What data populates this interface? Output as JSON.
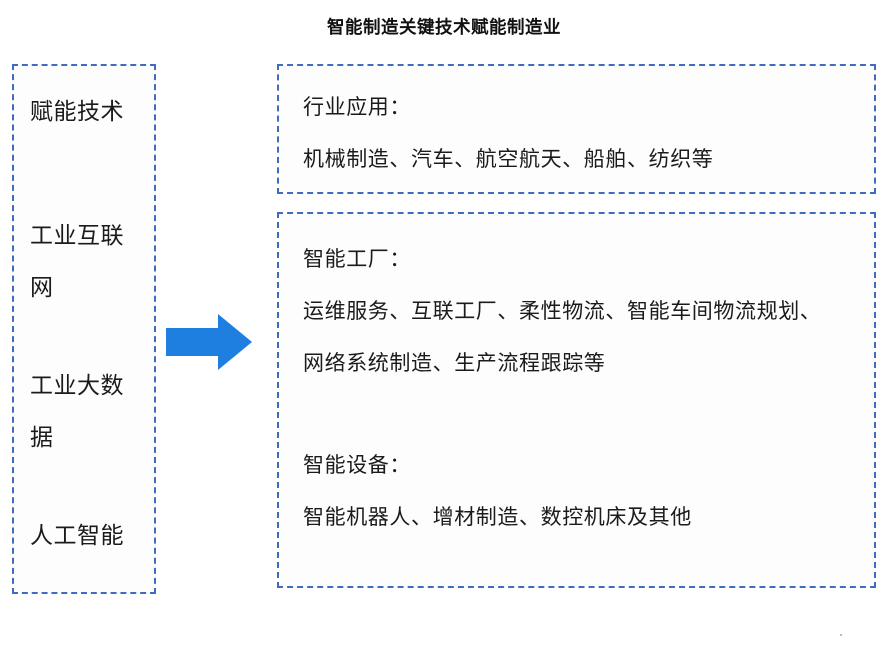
{
  "title": "智能制造关键技术赋能制造业",
  "enabling_tech": {
    "items": [
      "赋能技术",
      "工业互联网",
      "工业大数据",
      "人工智能"
    ]
  },
  "industry_application": {
    "heading": "行业应用：",
    "lines": [
      "机械制造、汽车、航空航天、船舶、纺织等"
    ]
  },
  "smart_factory": {
    "heading": "智能工厂：",
    "lines": [
      "运维服务、互联工厂、柔性物流、智能车间物流规划、",
      "网络系统制造、生产流程跟踪等"
    ]
  },
  "smart_equipment": {
    "heading": "智能设备：",
    "lines": [
      "智能机器人、增材制造、数控机床及其他"
    ]
  },
  "arrow": {
    "direction": "right",
    "color": "#1E7FE0"
  },
  "colors": {
    "box_border": "#3f6cc0",
    "box_background": "#fdfdfd",
    "text": "#1b1b1b",
    "arrow": "#1E7FE0",
    "page_background": "#ffffff"
  }
}
